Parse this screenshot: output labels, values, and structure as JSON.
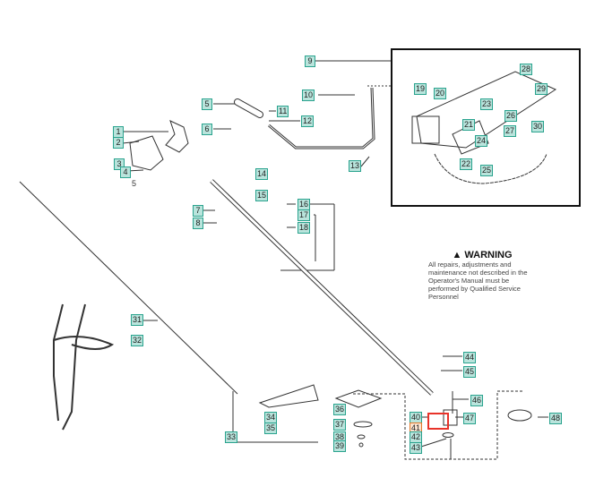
{
  "labels": {
    "l1a": "1",
    "l2": "2",
    "l3": "3",
    "l4": "4",
    "l5a": "5",
    "l5": "5",
    "l6": "6",
    "l7": "7",
    "l8": "8",
    "l9": "9",
    "l10": "10",
    "l11": "11",
    "l12": "12",
    "l13": "13",
    "l14": "14",
    "l15": "15",
    "l16": "16",
    "l17": "17",
    "l18": "18",
    "l19": "19",
    "l20": "20",
    "l21": "21",
    "l22": "22",
    "l23": "23",
    "l24": "24",
    "l25": "25",
    "l26": "26",
    "l27": "27",
    "l28": "28",
    "l29": "29",
    "l30": "30",
    "l31": "31",
    "l32": "32",
    "l33": "33",
    "l34": "34",
    "l35": "35",
    "l36": "36",
    "l37": "37",
    "l38": "38",
    "l39": "39",
    "l40": "40",
    "l41": "41",
    "l42": "42",
    "l43": "43",
    "l44": "44",
    "l45": "45",
    "l46": "46",
    "l47": "47",
    "l48": "48"
  },
  "highlighted_part": "41",
  "warning": {
    "title": "WARNING",
    "text": "All repairs, adjustments and maintenance not described in the Operator's Manual must be performed by Qualified Service Personnel"
  },
  "colors": {
    "label_fill": "#b9e4dc",
    "label_border": "#2aa38e",
    "highlight": "#e8332a"
  }
}
